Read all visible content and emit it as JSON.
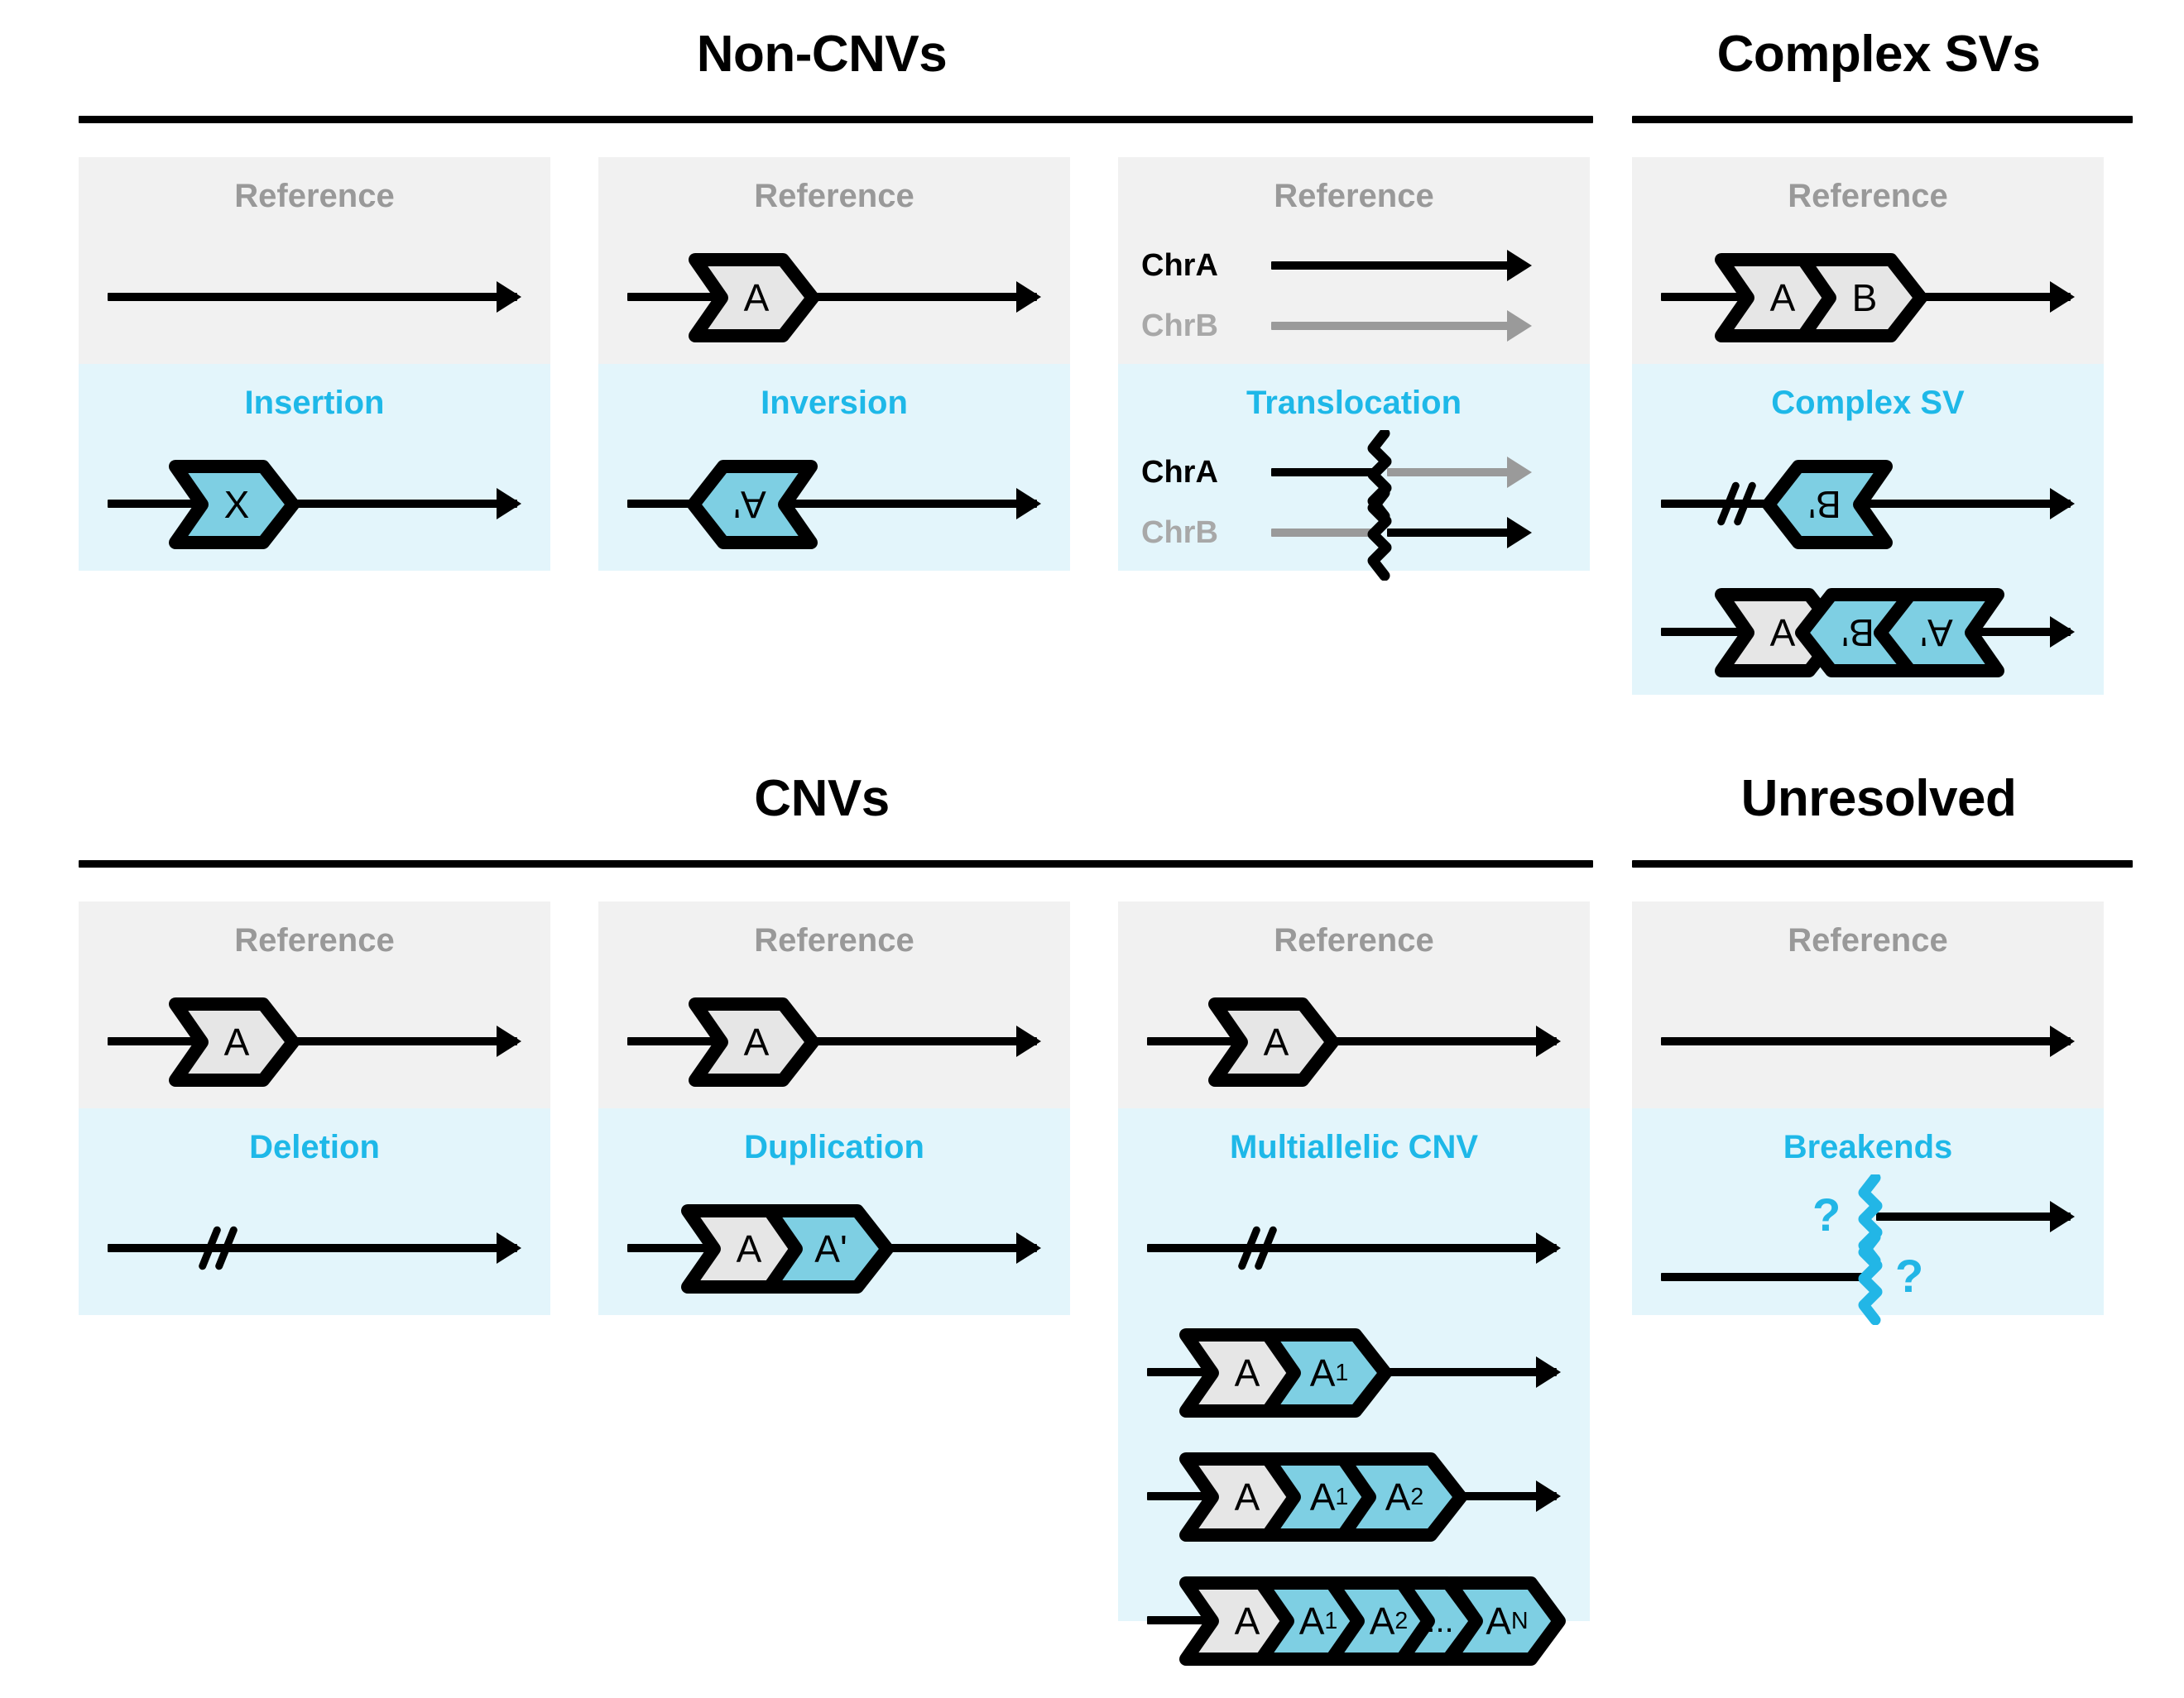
{
  "figure": {
    "title": "Structural variant classification diagram",
    "colors": {
      "accent_cyan": "#1eb8e8",
      "variant_block": "#7ecfe3",
      "reference_block": "#e6e6e6",
      "reference_band": "#f1f1f1",
      "variant_band": "#e3f5fb",
      "gray_text": "#999999",
      "gray_track": "#9a9a9a",
      "black": "#000000"
    }
  },
  "sections": [
    {
      "id": "non-cnvs",
      "title": "Non-CNVs"
    },
    {
      "id": "complex-svs",
      "title": "Complex SVs"
    },
    {
      "id": "cnvs",
      "title": "CNVs"
    },
    {
      "id": "unresolved",
      "title": "Unresolved"
    }
  ],
  "labels": {
    "reference": "Reference",
    "chrA": "ChrA",
    "chrB": "ChrB",
    "question": "?"
  },
  "panels": {
    "insertion": {
      "section": "non-cnvs",
      "reference_label": "Reference",
      "variant_label": "Insertion",
      "reference_blocks": [],
      "variant_blocks": [
        {
          "label": "X",
          "fill": "variant",
          "flipped": false
        }
      ]
    },
    "inversion": {
      "section": "non-cnvs",
      "reference_label": "Reference",
      "variant_label": "Inversion",
      "reference_blocks": [
        {
          "label": "A",
          "fill": "reference",
          "flipped": false
        }
      ],
      "variant_blocks": [
        {
          "label": "A'",
          "fill": "variant",
          "flipped": true
        }
      ]
    },
    "translocation": {
      "section": "non-cnvs",
      "reference_label": "Reference",
      "variant_label": "Translocation",
      "reference_tracks": [
        {
          "name": "ChrA",
          "color": "black"
        },
        {
          "name": "ChrB",
          "color": "gray"
        }
      ],
      "variant_tracks": [
        {
          "name": "ChrA",
          "left_color": "black",
          "right_color": "gray"
        },
        {
          "name": "ChrB",
          "left_color": "gray",
          "right_color": "black"
        }
      ]
    },
    "complex_sv": {
      "section": "complex-svs",
      "reference_label": "Reference",
      "variant_label": "Complex SV",
      "reference_blocks": [
        {
          "label": "A",
          "fill": "reference",
          "flipped": false
        },
        {
          "label": "B",
          "fill": "reference",
          "flipped": false
        }
      ],
      "variant_rows": [
        {
          "has_break": true,
          "blocks": [
            {
              "label": "B'",
              "fill": "variant",
              "flipped": true
            }
          ]
        },
        {
          "has_break": false,
          "blocks": [
            {
              "label": "A",
              "fill": "reference",
              "flipped": false
            },
            {
              "label": "B'",
              "fill": "variant",
              "flipped": true
            },
            {
              "label": "A'",
              "fill": "variant",
              "flipped": true
            }
          ]
        }
      ]
    },
    "deletion": {
      "section": "cnvs",
      "reference_label": "Reference",
      "variant_label": "Deletion",
      "reference_blocks": [
        {
          "label": "A",
          "fill": "reference",
          "flipped": false
        }
      ],
      "variant_rows": [
        {
          "has_break": true,
          "blocks": []
        }
      ]
    },
    "duplication": {
      "section": "cnvs",
      "reference_label": "Reference",
      "variant_label": "Duplication",
      "reference_blocks": [
        {
          "label": "A",
          "fill": "reference",
          "flipped": false
        }
      ],
      "variant_rows": [
        {
          "has_break": false,
          "blocks": [
            {
              "label": "A",
              "fill": "reference",
              "flipped": false
            },
            {
              "label": "A'",
              "fill": "variant",
              "flipped": false
            }
          ]
        }
      ]
    },
    "multiallelic_cnv": {
      "section": "cnvs",
      "reference_label": "Reference",
      "variant_label": "Multiallelic CNV",
      "reference_blocks": [
        {
          "label": "A",
          "fill": "reference",
          "flipped": false
        }
      ],
      "variant_rows": [
        {
          "has_break": true,
          "blocks": []
        },
        {
          "has_break": false,
          "blocks": [
            {
              "label": "A",
              "fill": "reference",
              "flipped": false
            },
            {
              "label": "A1",
              "fill": "variant",
              "flipped": false
            }
          ]
        },
        {
          "has_break": false,
          "blocks": [
            {
              "label": "A",
              "fill": "reference",
              "flipped": false
            },
            {
              "label": "A1",
              "fill": "variant",
              "flipped": false
            },
            {
              "label": "A2",
              "fill": "variant",
              "flipped": false
            }
          ]
        },
        {
          "has_break": false,
          "blocks": [
            {
              "label": "A",
              "fill": "reference",
              "flipped": false
            },
            {
              "label": "A1",
              "fill": "variant",
              "flipped": false
            },
            {
              "label": "A2",
              "fill": "variant",
              "flipped": false
            },
            {
              "label": "...",
              "fill": "variant",
              "flipped": false
            },
            {
              "label": "AN",
              "fill": "variant",
              "flipped": false
            }
          ]
        }
      ]
    },
    "breakends": {
      "section": "unresolved",
      "reference_label": "Reference",
      "variant_label": "Breakends",
      "reference_blocks": [],
      "variant_rows": [
        {
          "question_side": "left",
          "question": "?"
        },
        {
          "question_side": "right",
          "question": "?"
        }
      ]
    }
  }
}
